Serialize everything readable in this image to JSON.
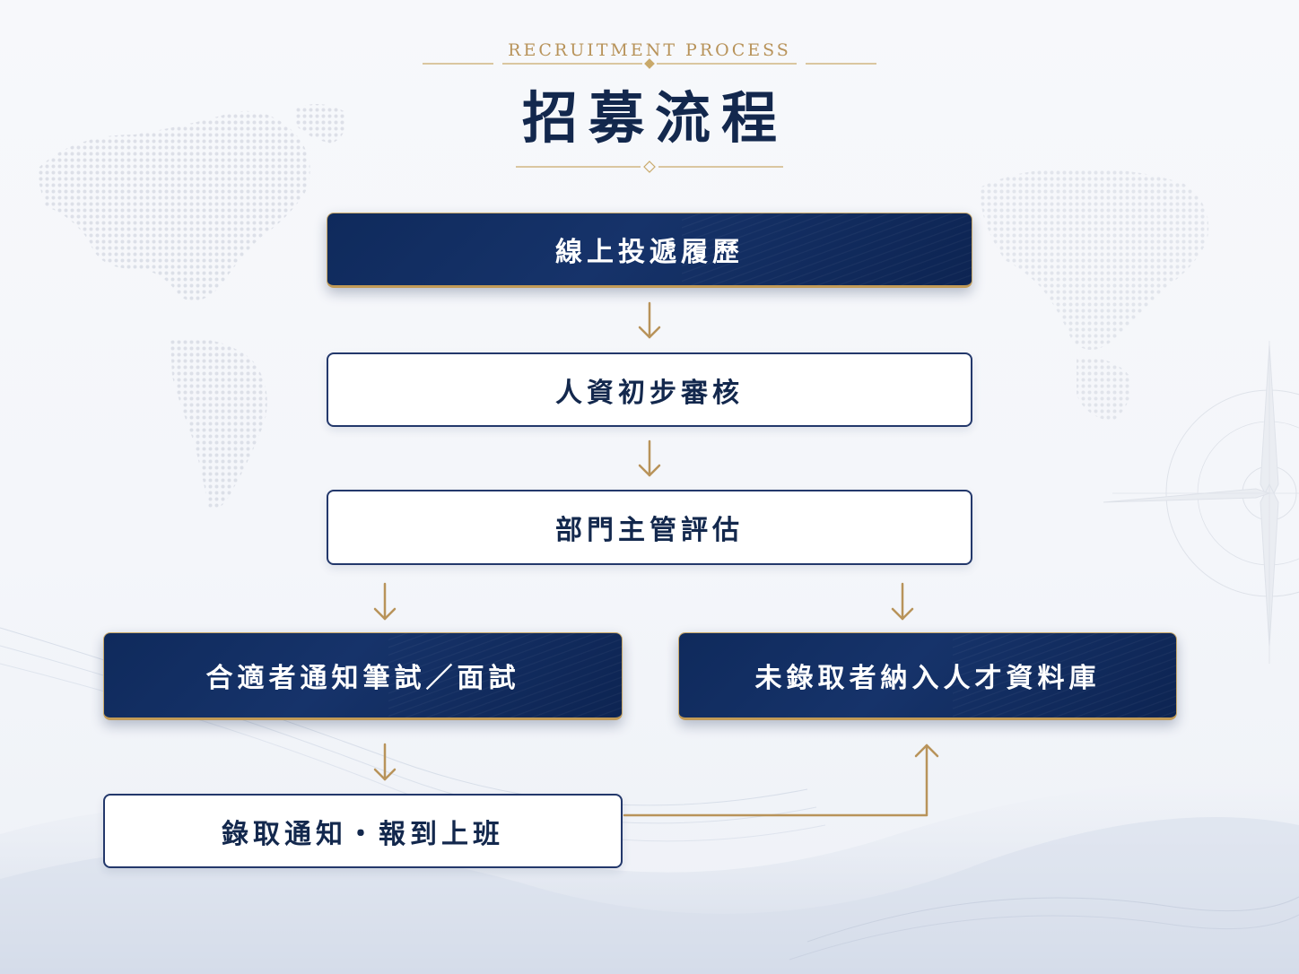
{
  "header": {
    "subtitle_en": "RECRUITMENT PROCESS",
    "title": "招募流程"
  },
  "steps": [
    {
      "id": "step-1",
      "label": "線上投遞履歷",
      "style": "dark"
    },
    {
      "id": "step-2",
      "label": "人資初步審核",
      "style": "light"
    },
    {
      "id": "step-3",
      "label": "部門主管評估",
      "style": "light"
    },
    {
      "id": "step-4",
      "label": "合適者通知筆試／面試",
      "style": "dark"
    },
    {
      "id": "step-5",
      "label": "未錄取者納入人才資料庫",
      "style": "dark"
    },
    {
      "id": "step-6",
      "label": "錄取通知・報到上班",
      "style": "light"
    }
  ],
  "connections": [
    {
      "from": "step-1",
      "to": "step-2"
    },
    {
      "from": "step-2",
      "to": "step-3"
    },
    {
      "from": "step-3",
      "to": "step-4"
    },
    {
      "from": "step-3",
      "to": "step-5"
    },
    {
      "from": "step-4",
      "to": "step-6"
    },
    {
      "from": "step-6",
      "to": "step-5"
    }
  ],
  "colors": {
    "navy": "#13284d",
    "box_dark": "#0f2a5c",
    "gold": "#b8935a",
    "background": "#f5f7fa"
  }
}
